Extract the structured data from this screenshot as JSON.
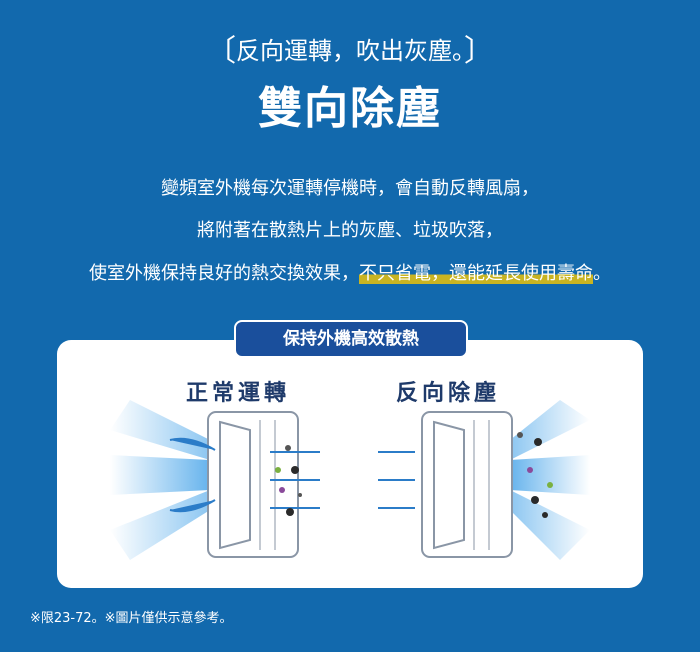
{
  "header": {
    "subtitle": "反向運轉，吹出灰塵。",
    "bracket_open": "〔",
    "bracket_close": "〕",
    "title": "雙向除塵"
  },
  "description": {
    "line1": "變頻室外機每次運轉停機時，會自動反轉風扇，",
    "line2": "將附著在散熱片上的灰塵、垃圾吹落，",
    "line3_plain": "使室外機保持良好的熱交換效果，",
    "line3_highlight": "不只省電，還能延長使用壽命",
    "line3_end": "。"
  },
  "card": {
    "tag": "保持外機高效散熱",
    "left_label": "正常運轉",
    "right_label": "反向除塵"
  },
  "footer": {
    "note": "※限23-72。※圖片僅供示意參考。"
  },
  "colors": {
    "background": "#1269ad",
    "tag": "#1a4f9c",
    "highlight": "#c9b422"
  }
}
